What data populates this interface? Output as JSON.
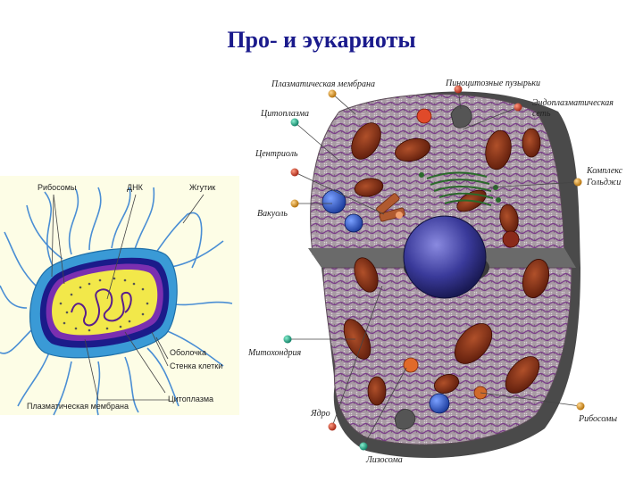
{
  "title": "Про- и эукариоты",
  "prokaryote": {
    "labels": {
      "ribosomes": "Рибосомы",
      "dna": "ДНК",
      "flagellum": "Жгутик",
      "capsule": "Оболочка",
      "cell_wall": "Стенка клетки",
      "plasma_membrane": "Плазматическая мембрана",
      "cytoplasm": "Цитоплазма"
    }
  },
  "eukaryote": {
    "labels": {
      "plasma_membrane": "Плазматическая мембрана",
      "pinocytic_vesicles": "Пиноцитозные пузырьки",
      "cytoplasm": "Цитоплазма",
      "er_line1": "Эндоплазматическая",
      "er_line2": "сеть",
      "centriole": "Центриоль",
      "golgi_line1": "Комплекс",
      "golgi_line2": "Гольджи",
      "vacuole": "Вакуоль",
      "mitochondria": "Митохондрия",
      "nucleus": "Ядро",
      "ribosomes": "Рибосомы",
      "lysosome": "Лизосома"
    }
  },
  "colors": {
    "title": "#1a1a8c",
    "pro_background": "#fdfde6",
    "capsule": "#3a9ad6",
    "cell_wall": "#1b1b8a",
    "pro_cytoplasm": "#f2e84a",
    "dna": "#5a1e8c",
    "flagella": "#4a8ed4",
    "cell_body": "#8c7a86",
    "cell_shadow": "#4a4a4a",
    "mitochondria": "#7a2010",
    "nucleus": "#3a3a9a",
    "golgi": "#2a6a2a",
    "marker_red": "#c0392b",
    "marker_green": "#16a085",
    "marker_orange": "#d68910"
  }
}
